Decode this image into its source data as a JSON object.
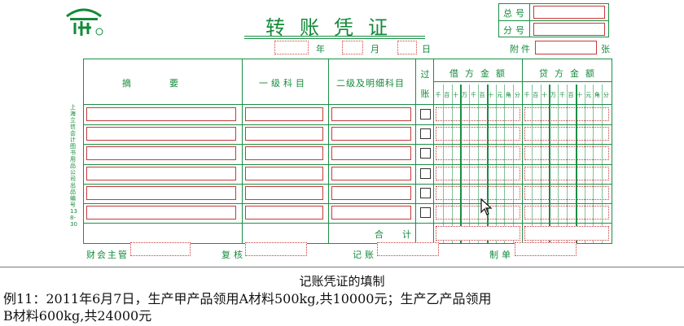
{
  "voucher": {
    "title": "转账凭证",
    "logo_text": "®",
    "total_no_label": "总号",
    "sub_no_label": "分号",
    "year_label": "年",
    "month_label": "月",
    "day_label": "日",
    "attachment_label": "附件",
    "sheets_label": "张",
    "columns": {
      "summary": "摘　要",
      "level1_account": "一级科目",
      "level2_account": "二级及明细科目",
      "posted": "过\n账",
      "debit_amount": "借方金额",
      "credit_amount": "贷方金额"
    },
    "amount_units": [
      "千",
      "百",
      "十",
      "万",
      "千",
      "百",
      "十",
      "元",
      "角",
      "分"
    ],
    "total_label": "合　计",
    "side_text": "上海立信会计图书用品公司出品　编号138-30",
    "signatures": {
      "supervisor_label": "财会主管",
      "reviewer_label": "复核",
      "bookkeeper_label": "记账",
      "preparer_label": "制单"
    },
    "row_count": 6
  },
  "caption": {
    "title": "记账凭证的填制",
    "line1": "例11：2011年6月7日，生产甲产品领用A材料500kg,共10000元；生产乙产品领用",
    "line2": "B材料600kg,共24000元"
  },
  "colors": {
    "grid_green": "#1a8f45",
    "field_red": "#c83a3a"
  }
}
